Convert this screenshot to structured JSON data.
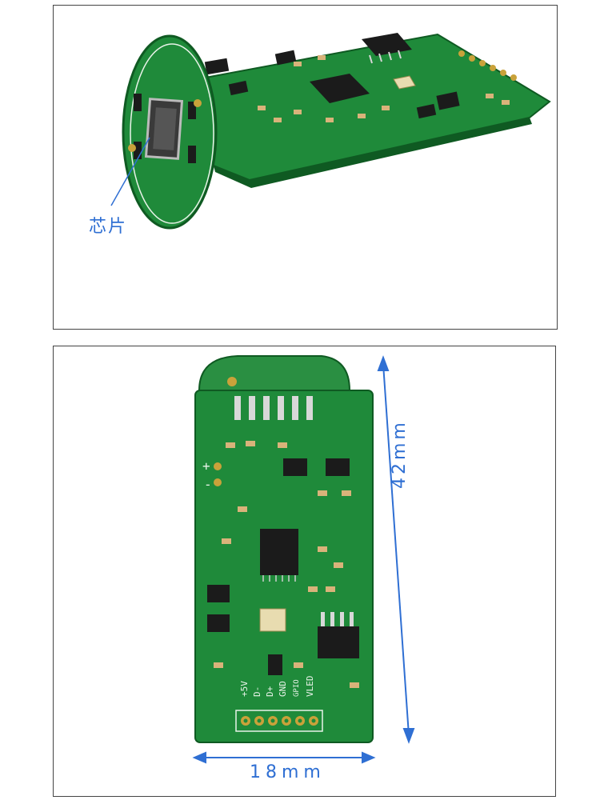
{
  "top_panel": {
    "callout_label": "芯片"
  },
  "bottom_panel": {
    "height_dimension": "42mm",
    "width_dimension": "18mm",
    "pin_labels": [
      "+5V",
      "D-",
      "D+",
      "GND",
      "GPIO",
      "VLED"
    ],
    "power_marks": [
      "+",
      "-"
    ]
  },
  "colors": {
    "pcb_green": "#1f8a3a",
    "pcb_dark": "#146b2a",
    "dimension_blue": "#2f6fd3",
    "gold_pad": "#c9a23a",
    "ic_black": "#1b1b1b"
  }
}
